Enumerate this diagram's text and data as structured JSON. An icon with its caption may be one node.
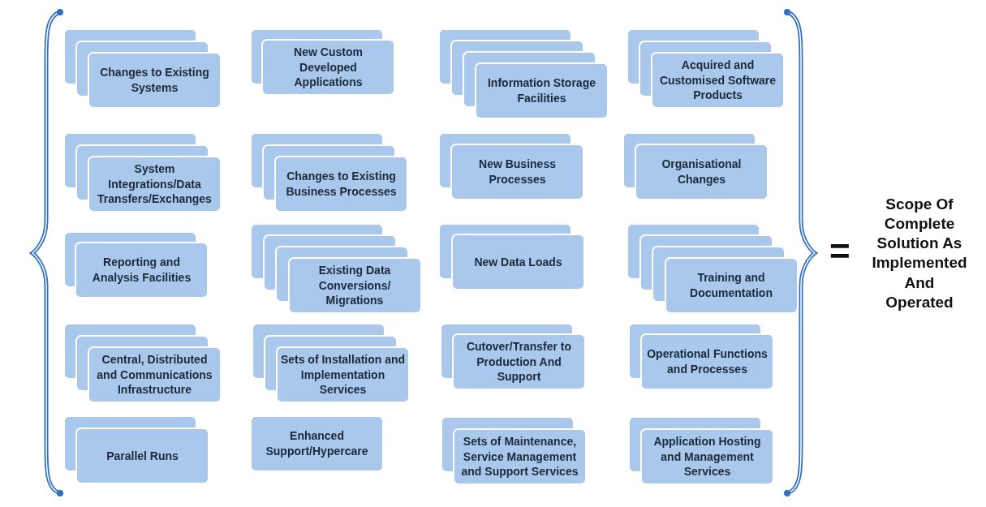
{
  "diagram": {
    "nodes": [
      {
        "text": [
          "Changes to Existing Systems"
        ]
      },
      {
        "text": [
          "New Custom Developed Applications"
        ]
      },
      {
        "text": [
          "Information Storage Facilities"
        ]
      },
      {
        "text": [
          "Acquired and Customised Software Products"
        ]
      },
      {
        "text": [
          "System Integrations/Data Transfers/Exchanges"
        ]
      },
      {
        "text": [
          "Changes to Existing Business Processes"
        ]
      },
      {
        "text": [
          "New Business Processes"
        ]
      },
      {
        "text": [
          "Organisational Changes"
        ]
      },
      {
        "text": [
          "Reporting and Analysis Facilities"
        ]
      },
      {
        "text": [
          "Existing Data Conversions/ Migrations"
        ]
      },
      {
        "text": [
          "New Data Loads"
        ]
      },
      {
        "text": [
          "Training and Documentation"
        ]
      },
      {
        "text": [
          "Central, Distributed and Communications Infrastructure"
        ]
      },
      {
        "text": [
          "Sets of Installation and Implementation Services"
        ]
      },
      {
        "text": [
          "Cutover/Transfer to Production And Support"
        ]
      },
      {
        "text": [
          "Operational Functions and Processes"
        ]
      },
      {
        "text": [
          "Parallel Runs"
        ]
      },
      {
        "text": [
          "Enhanced Support/Hypercare"
        ]
      },
      {
        "text": [
          "Sets of Maintenance, Service Management and Support Services"
        ]
      },
      {
        "text": [
          "Application Hosting and Management Services"
        ]
      }
    ],
    "labels": [
      "=",
      "Scope Of Complete Solution As Implemented And Operated"
    ]
  }
}
